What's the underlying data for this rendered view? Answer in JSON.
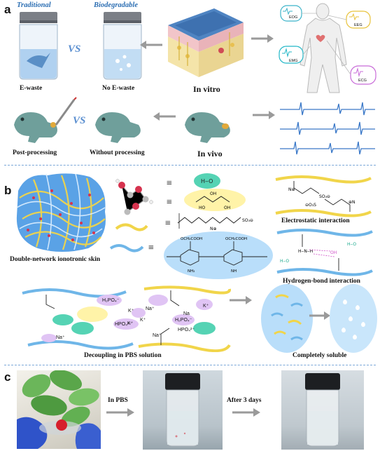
{
  "panels": {
    "a": {
      "letter": "a",
      "traditional_title": "Traditional",
      "biodegradable_title": "Biodegradable",
      "vs_top": "VS",
      "vs_bottom": "VS",
      "ewaste_label": "E-waste",
      "no_ewaste_label": "No E-waste",
      "in_vitro_label": "In vitro",
      "post_processing_label": "Post-processing",
      "without_processing_label": "Without processing",
      "in_vivo_label": "In vivo",
      "body_signals": [
        "EOG",
        "EEG",
        "EMG",
        "ECG"
      ]
    },
    "b": {
      "letter": "b",
      "skin_label": "Double-network ionotronic skin",
      "electrostatic_label": "Electrostatic interaction",
      "hbond_label": "Hydrogen-bond interaction",
      "decoupling_label": "Decoupling in  PBS solution",
      "soluble_label": "Completely soluble",
      "equiv": "≡",
      "ions": [
        "H₂PO₄⁻",
        "K⁺",
        "Na⁺",
        "K⁺",
        "HPO₄²⁻",
        "Na⁺",
        "K⁺",
        "H₂PO₄⁻",
        "Na⁺",
        "HPO₄²⁻",
        "Na",
        "K⁺"
      ],
      "ion_small_labels": [
        "H₂PO₄⁻",
        "K⁺",
        "HPO₄²⁻",
        "Na⁺",
        "Na⁺",
        "K⁺",
        "H₂PO₄⁻",
        "HPO₄²⁻"
      ]
    },
    "c": {
      "letter": "c",
      "in_pbs_label": "In PBS",
      "after_label": "After 3 days"
    }
  },
  "colors": {
    "frog": "#6f9f9b",
    "gel": "#5aa2e6",
    "yellow_chain": "#f1d54a",
    "blue_chain": "#6fb6e8",
    "arrow": "#9a9a9a",
    "signal": "#3a78c8",
    "teal_blob": "#55d3b4",
    "yellow_blob": "#fff3a8",
    "blue_blob": "#b9defa",
    "purple_blob": "#e0c4f4"
  }
}
